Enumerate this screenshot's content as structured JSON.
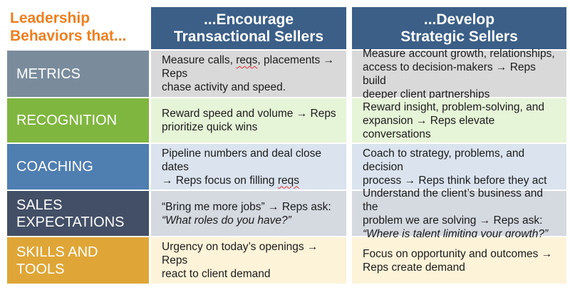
{
  "title": {
    "line1": "Leadership",
    "line2": "Behaviors that..."
  },
  "columns": [
    {
      "line1": "...Encourage",
      "line2": "Transactional Sellers"
    },
    {
      "line1": "...Develop",
      "line2": "Strategic Sellers"
    }
  ],
  "colors": {
    "title": "#ee7f1f",
    "header": "#3b5f87",
    "metrics": "#7a8c9c",
    "recognition": "#7fb63f",
    "coaching": "#4f7eb0",
    "sales_expectations": "#434f66",
    "skills_and_tools": "#dfa637"
  },
  "rows": [
    {
      "label": "METRICS",
      "transactional": {
        "l1a": "Measure calls, ",
        "l1b": "reqs",
        "l1c": ", placements → Reps",
        "l2": "chase activity and speed."
      },
      "strategic": {
        "l1": "Measure account growth, relationships,",
        "l2": "access to decision-makers → Reps build",
        "l3": "deeper client partnerships"
      }
    },
    {
      "label": "RECOGNITION",
      "transactional": {
        "l1": "Reward speed and volume → Reps",
        "l2": "prioritize quick wins"
      },
      "strategic": {
        "l1": "Reward insight, problem-solving, and",
        "l2": "expansion → Reps elevate conversations"
      }
    },
    {
      "label": "COACHING",
      "transactional": {
        "l1": "Pipeline numbers and deal close dates",
        "l2a": "→ Reps focus on filling ",
        "l2b": "reqs"
      },
      "strategic": {
        "l1": "Coach to strategy, problems, and decision",
        "l2": "process → Reps think before they act"
      }
    },
    {
      "label_line1": "SALES",
      "label_line2": "EXPECTATIONS",
      "transactional": {
        "l1": "“Bring me more jobs” → Reps ask:",
        "l2": "“What roles do you have?”"
      },
      "strategic": {
        "l1": "Understand the client’s business and the",
        "l2": "problem we are solving → Reps ask:",
        "l3": "“Where is talent limiting your growth?”"
      }
    },
    {
      "label": "SKILLS AND TOOLS",
      "transactional": {
        "l1": "Urgency on today’s openings → Reps",
        "l2": "react to client demand"
      },
      "strategic": {
        "l1": "Focus on opportunity and outcomes →",
        "l2": "Reps create demand"
      }
    }
  ]
}
